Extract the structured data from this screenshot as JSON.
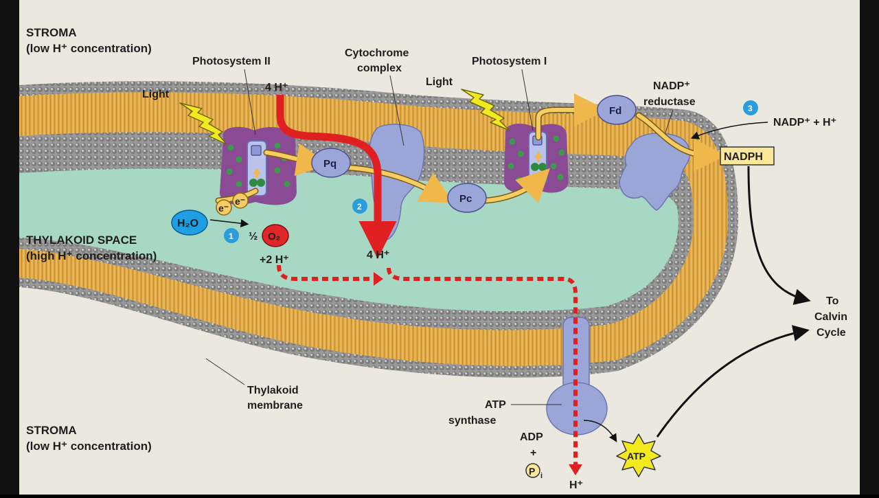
{
  "colors": {
    "background": "#ebe8df",
    "lumen": "#a6d8c3",
    "lipid_tail": "#e3a947",
    "lipid_head": "#8e8e8e",
    "protein": "#9ba6d8",
    "photosystem": "#8b4b94",
    "chlorophyll": "#3b9a4b",
    "electron_path": "#f6cd62",
    "proton_path": "#e02020",
    "light": "#f2ea1e",
    "water": "#1e9ee3",
    "oxygen": "#e0262a",
    "step_marker": "#2a9ddc"
  },
  "labels": {
    "stroma_top": "STROMA",
    "stroma_top_sub": "(low H⁺ concentration)",
    "stroma_bottom": "STROMA",
    "stroma_bottom_sub": "(low H⁺ concentration)",
    "thylakoid_space": "THYLAKOID SPACE",
    "thylakoid_space_sub": "(high H⁺ concentration)",
    "photosystem_2": "Photosystem II",
    "photosystem_1": "Photosystem I",
    "cytochrome_line1": "Cytochrome",
    "cytochrome_line2": "complex",
    "nadp_reductase_line1": "NADP⁺",
    "nadp_reductase_line2": "reductase",
    "light_1": "Light",
    "light_2": "Light",
    "proton_in_top": "4 H⁺",
    "proton_out_lumen": "4 H⁺",
    "water": "H₂O",
    "half": "½",
    "oxygen": "O₂",
    "two_protons": "+2 H⁺",
    "electron": "e⁻",
    "pq": "Pq",
    "pc": "Pc",
    "fd": "Fd",
    "nadp_h": "NADP⁺ + H⁺",
    "nadph": "NADPH",
    "to_calvin_1": "To",
    "to_calvin_2": "Calvin",
    "to_calvin_3": "Cycle",
    "thylakoid_membrane_1": "Thylakoid",
    "thylakoid_membrane_2": "membrane",
    "atp_synthase_1": "ATP",
    "atp_synthase_2": "synthase",
    "adp": "ADP",
    "plus": "+",
    "pi_p": "P",
    "pi_sub": "i",
    "atp": "ATP",
    "h_plus_out": "H⁺"
  },
  "steps": [
    "1",
    "2",
    "3"
  ]
}
